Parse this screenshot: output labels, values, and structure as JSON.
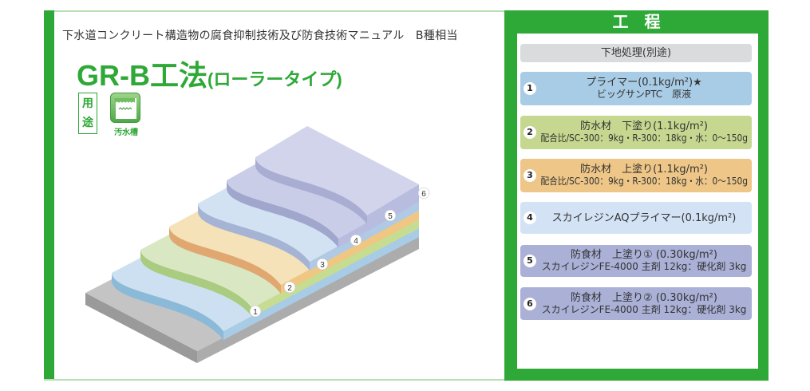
{
  "left": {
    "subtitle": "下水道コンクリート構造物の腐食抑制技術及び防食技術マニュアル　B種相当",
    "title_main": "GR-B工法",
    "title_sub": "(ローラータイプ)",
    "usage_label_1": "用",
    "usage_label_2": "途",
    "usage_icon": "sewage-tank-icon",
    "usage_icon_label": "汚水槽"
  },
  "diagram": {
    "layer_numbers": [
      "1",
      "2",
      "3",
      "4",
      "5",
      "6"
    ],
    "colors": {
      "base": "#c4c4c4",
      "layers": [
        "#cde0f1",
        "#d9e7c3",
        "#f6e2b8",
        "#d3e2f3",
        "#c9cde8",
        "#d2d4ec"
      ]
    }
  },
  "process": {
    "header": "工程",
    "pre": "下地処理(別途)",
    "steps": [
      {
        "num": "1",
        "line1": "プライマー(0.1kg/m²)★",
        "line2": "ビッグサンPTC　原液",
        "color": "#a9cce6"
      },
      {
        "num": "2",
        "line1": "防水材　下塗り(1.1kg/m²)",
        "line2": "配合比/SC-300：9kg・R-300：18kg・水：0～150g",
        "color": "#c6d88f"
      },
      {
        "num": "3",
        "line1": "防水材　上塗り(1.1kg/m²)",
        "line2": "配合比/SC-300：9kg・R-300：18kg・水：0～150g",
        "color": "#eec687"
      },
      {
        "num": "4",
        "line1": "スカイレジンAQプライマー(0.1kg/m²)",
        "line2": "",
        "color": "#d3e2f4"
      },
      {
        "num": "5",
        "line1": "防食材　上塗り① (0.30kg/m²)",
        "line2": "スカイレジンFE-4000 主剤 12kg：硬化剤 3kg",
        "color": "#aab0d6"
      },
      {
        "num": "6",
        "line1": "防食材　上塗り② (0.30kg/m²)",
        "line2": "スカイレジンFE-4000 主剤 12kg：硬化剤 3kg",
        "color": "#aab0d6"
      }
    ]
  }
}
